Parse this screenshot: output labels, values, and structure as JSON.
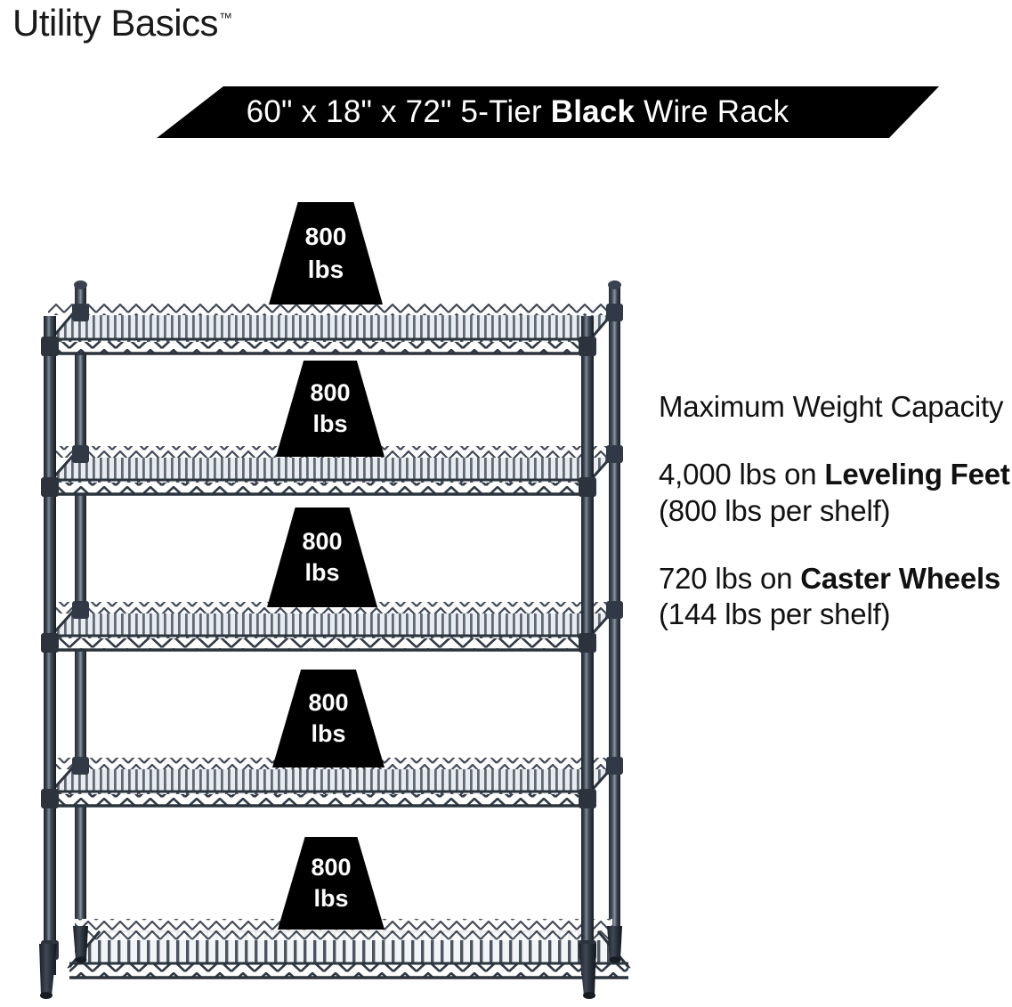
{
  "brand": {
    "name": "Utility Basics",
    "trademark": "™"
  },
  "banner": {
    "dimensions": "60\" x 18\" x 72\"",
    "tier": "5-Tier",
    "color_word": "Black",
    "product": "Wire Rack",
    "full_text": "60\" x 18\" x 72\" 5-Tier Black Wire Rack",
    "prefix": "60\" x 18\" x 72\" 5-Tier ",
    "suffix": " Wire Rack",
    "background": "#000000",
    "text_color": "#ffffff"
  },
  "specs": {
    "heading": "Maximum Weight Capacity",
    "leveling": {
      "prefix": "4,000 lbs on ",
      "bold": "Leveling Feet",
      "suffix": " (800 lbs per shelf)",
      "total": "4,000 lbs",
      "per_shelf": "800 lbs",
      "support": "Leveling Feet"
    },
    "caster": {
      "prefix": "720 lbs on ",
      "bold": "Caster Wheels",
      "suffix": " (144 lbs per shelf)",
      "total": "720 lbs",
      "per_shelf": "144 lbs",
      "support": "Caster Wheels"
    }
  },
  "rack": {
    "shelf_count": 5,
    "frame_color": "#2b323c",
    "wire_color": "#3b4450",
    "highlight_color": "#8f99a6",
    "deck_color": "#f4f6f8",
    "badges": [
      {
        "amount": "800",
        "unit": "lbs"
      },
      {
        "amount": "800",
        "unit": "lbs"
      },
      {
        "amount": "800",
        "unit": "lbs"
      },
      {
        "amount": "800",
        "unit": "lbs"
      },
      {
        "amount": "800",
        "unit": "lbs"
      }
    ]
  }
}
